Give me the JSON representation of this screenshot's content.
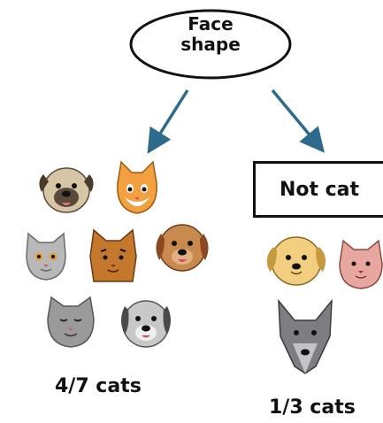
{
  "root": {
    "label_lines": [
      "Face",
      "shape"
    ]
  },
  "left_branch": {
    "animals": [
      {
        "kind": "dog",
        "icon": "pug-face-icon"
      },
      {
        "kind": "cat",
        "icon": "orange-cat-face-icon"
      },
      {
        "kind": "cat",
        "icon": "gray-cat-face-icon"
      },
      {
        "kind": "cat",
        "icon": "brown-cat-face-icon"
      },
      {
        "kind": "dog",
        "icon": "brown-dog-face-icon"
      },
      {
        "kind": "cat",
        "icon": "gray-tabby-cat-face-icon"
      },
      {
        "kind": "dog",
        "icon": "gray-dog-face-icon"
      }
    ],
    "count_label": "4/7 cats"
  },
  "right_branch": {
    "leaf_label": "Not cat",
    "animals": [
      {
        "kind": "dog",
        "icon": "yellow-dog-face-icon"
      },
      {
        "kind": "cat",
        "icon": "pink-cat-face-icon"
      },
      {
        "kind": "other",
        "icon": "wolf-face-icon"
      }
    ],
    "count_label": "1/3 cats"
  },
  "colors": {
    "arrow": "#2e6a8c",
    "text": "#111111"
  }
}
